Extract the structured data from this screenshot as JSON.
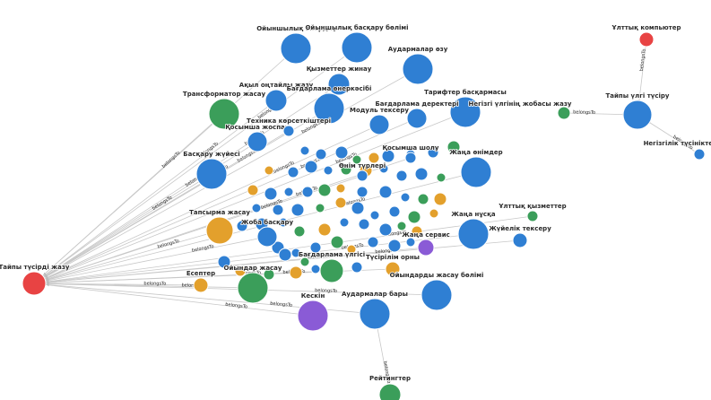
{
  "graph": {
    "edge_label": "belongsTo",
    "colors": {
      "red": "#e84343",
      "green": "#3b9e5a",
      "blue": "#2f7fd3",
      "orange": "#e3a02c",
      "purple": "#8a5bd6"
    },
    "nodes": [
      {
        "id": "hub",
        "label": "Тайпы түсірді жазу",
        "color": "red",
        "r": 13
      },
      {
        "id": "n1",
        "label": "Ойыншылық өнердің",
        "color": "blue",
        "r": 17
      },
      {
        "id": "n2",
        "label": "Ойыншылық басқару бөлімі",
        "color": "blue",
        "r": 17
      },
      {
        "id": "n3",
        "label": "Аудармалар өзу",
        "color": "blue",
        "r": 17
      },
      {
        "id": "n4",
        "label": "Қызметтер жинау",
        "color": "blue",
        "r": 12
      },
      {
        "id": "n5",
        "label": "Трансформатор жасау",
        "color": "green",
        "r": 17
      },
      {
        "id": "n6",
        "label": "Ақыл оңтайлы жазу",
        "color": "blue",
        "r": 12
      },
      {
        "id": "n7",
        "label": "Бағдарлама өнеркәсібі",
        "color": "blue",
        "r": 17
      },
      {
        "id": "n8",
        "label": "Тарифтер басқармасы",
        "color": "blue",
        "r": 17
      },
      {
        "id": "n9",
        "label": "Модуль тексеру",
        "color": "blue",
        "r": 11
      },
      {
        "id": "n10",
        "label": "Бағдарлама деректері",
        "color": "blue",
        "r": 11
      },
      {
        "id": "n11",
        "label": "Қосымша жоспар",
        "color": "blue",
        "r": 11
      },
      {
        "id": "n12",
        "label": "Басқару жүйесі",
        "color": "blue",
        "r": 17
      },
      {
        "id": "n13",
        "label": "Жаңа өнімдер",
        "color": "blue",
        "r": 17
      },
      {
        "id": "n14",
        "label": "Тапсырма жасау",
        "color": "orange",
        "r": 15
      },
      {
        "id": "n15",
        "label": "Жаңа нұсқа",
        "color": "blue",
        "r": 17
      },
      {
        "id": "n16",
        "label": "Жоба басқару",
        "color": "blue",
        "r": 11
      },
      {
        "id": "n17",
        "label": "Есептер",
        "color": "orange",
        "r": 8
      },
      {
        "id": "n18",
        "label": "Ойындар жасау",
        "color": "green",
        "r": 17
      },
      {
        "id": "n19",
        "label": "Бағдарлама үлгісі",
        "color": "green",
        "r": 13
      },
      {
        "id": "n20",
        "label": "Түсірілім орны",
        "color": "orange",
        "r": 8
      },
      {
        "id": "n21",
        "label": "Кескін",
        "color": "purple",
        "r": 17
      },
      {
        "id": "n22",
        "label": "Аудармалар бары",
        "color": "blue",
        "r": 17
      },
      {
        "id": "n23",
        "label": "Ойындарды жасау бөлімі",
        "color": "blue",
        "r": 17
      },
      {
        "id": "n24",
        "label": "Рейтингтер",
        "color": "green",
        "r": 12
      },
      {
        "id": "n25",
        "label": "Жаңа сервис",
        "color": "purple",
        "r": 9
      },
      {
        "id": "n26",
        "label": "Жүйелік тексеру",
        "color": "blue",
        "r": 8
      },
      {
        "id": "n27",
        "label": "Ұлттық қызметтер",
        "color": "green",
        "r": 6
      },
      {
        "id": "n28",
        "label": "Техника көрсеткіштері",
        "color": "blue",
        "r": 6
      },
      {
        "id": "n29",
        "label": "Қосымша шолу",
        "color": "blue",
        "r": 6
      },
      {
        "id": "n30",
        "label": "Өнім түрлері",
        "color": "blue",
        "r": 6
      },
      {
        "id": "r1",
        "label": "Ұлттық компьютер",
        "color": "red",
        "r": 8
      },
      {
        "id": "r2",
        "label": "Тайпы үлгі түсіру",
        "color": "blue",
        "r": 16
      },
      {
        "id": "r3",
        "label": "Негізгі үлгінің жобасы жазу",
        "color": "green",
        "r": 7
      },
      {
        "id": "r4",
        "label": "Негізгілік түсініктері",
        "color": "blue",
        "r": 6
      }
    ],
    "edges": [
      [
        "n1",
        "hub"
      ],
      [
        "n2",
        "hub"
      ],
      [
        "n3",
        "hub"
      ],
      [
        "n4",
        "hub"
      ],
      [
        "n5",
        "hub"
      ],
      [
        "n6",
        "hub"
      ],
      [
        "n7",
        "hub"
      ],
      [
        "n8",
        "hub"
      ],
      [
        "n9",
        "hub"
      ],
      [
        "n10",
        "hub"
      ],
      [
        "n11",
        "hub"
      ],
      [
        "n12",
        "hub"
      ],
      [
        "n13",
        "hub"
      ],
      [
        "n14",
        "hub"
      ],
      [
        "n15",
        "hub"
      ],
      [
        "n16",
        "hub"
      ],
      [
        "n17",
        "hub"
      ],
      [
        "n18",
        "hub"
      ],
      [
        "n19",
        "hub"
      ],
      [
        "n20",
        "hub"
      ],
      [
        "n21",
        "hub"
      ],
      [
        "n22",
        "hub"
      ],
      [
        "n23",
        "hub"
      ],
      [
        "n24",
        "n22"
      ],
      [
        "n25",
        "hub"
      ],
      [
        "n26",
        "hub"
      ],
      [
        "n27",
        "hub"
      ],
      [
        "n28",
        "hub"
      ],
      [
        "n29",
        "hub"
      ],
      [
        "n30",
        "hub"
      ],
      [
        "r1",
        "r2"
      ],
      [
        "r3",
        "r2"
      ],
      [
        "r4",
        "r2"
      ]
    ]
  }
}
